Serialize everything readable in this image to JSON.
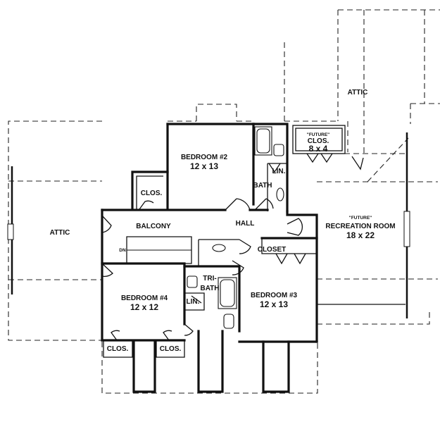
{
  "rooms": {
    "bedroom2": {
      "name": "BEDROOM #2",
      "size": "12 x 13"
    },
    "bedroom3": {
      "name": "BEDROOM #3",
      "size": "12 x 13"
    },
    "bedroom4": {
      "name": "BEDROOM #4",
      "size": "12 x 12"
    },
    "recreation": {
      "tag": "\"FUTURE\"",
      "name": "RECREATION ROOM",
      "size": "18 x 22"
    },
    "future_closet": {
      "tag": "\"FUTURE\"",
      "name": "CLOS.",
      "size": "8 x 4"
    }
  },
  "labels": {
    "attic_left": "ATTIC",
    "attic_top": "ATTIC",
    "balcony": "BALCONY",
    "hall": "HALL",
    "bath": "BATH",
    "lin_top": "LIN.",
    "lin_bottom": "LIN.",
    "tri_bath_1": "TRI-",
    "tri_bath_2": "BATH",
    "clos_top": "CLOS.",
    "clos_left": "CLOS.",
    "clos_right": "CLOS.",
    "closet": "CLOSET",
    "dn": "DN"
  }
}
